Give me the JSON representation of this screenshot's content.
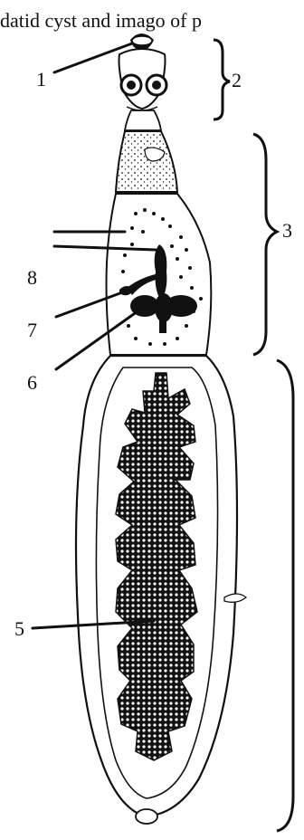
{
  "caption": "datid cyst and imago of p",
  "labels": {
    "l1": "1",
    "l2": "2",
    "l3": "3",
    "l5": "5",
    "l6": "6",
    "l7": "7",
    "l8": "8"
  },
  "colors": {
    "ink": "#111111",
    "paper": "#ffffff"
  }
}
